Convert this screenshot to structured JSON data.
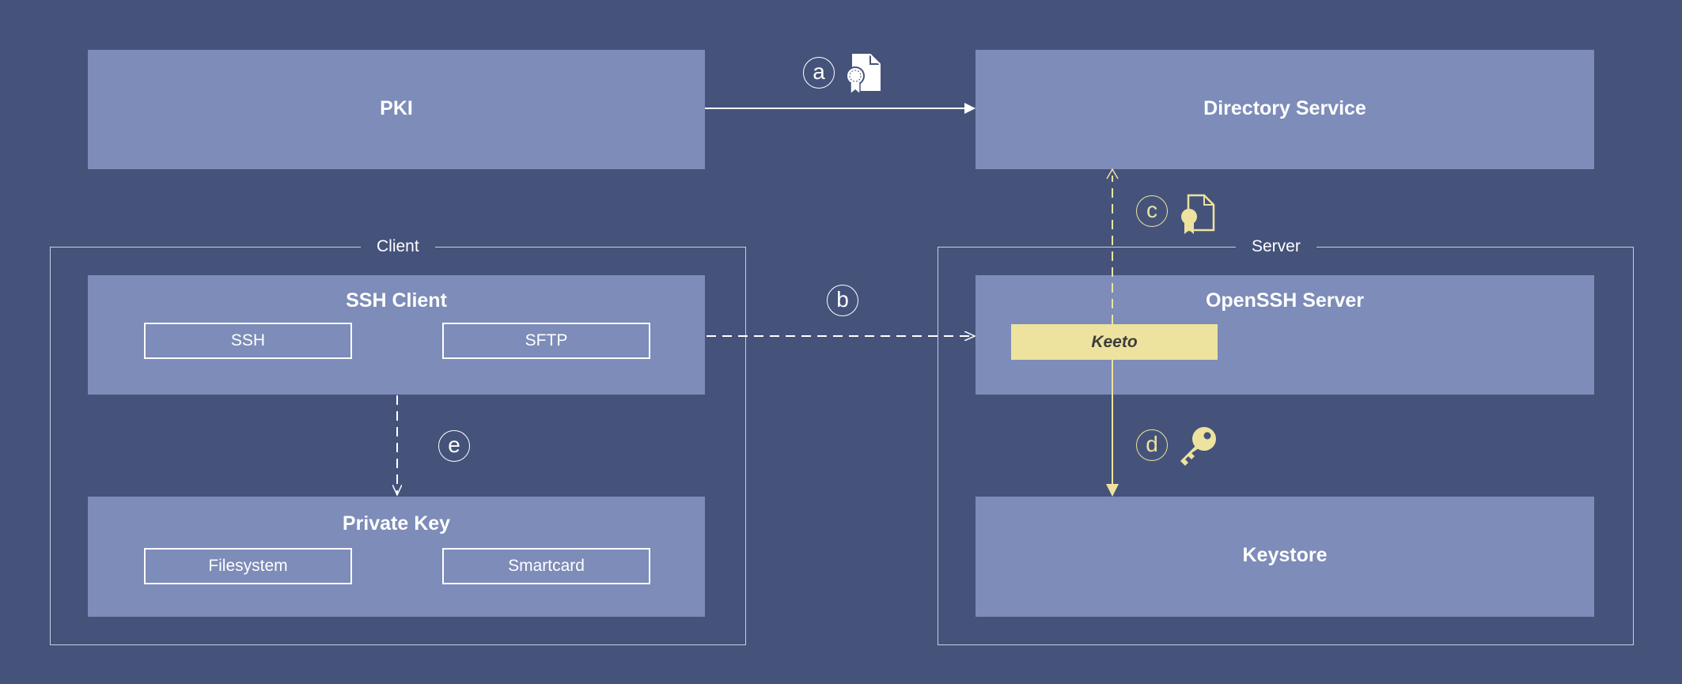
{
  "pki": {
    "title": "PKI"
  },
  "directory_service": {
    "title": "Directory Service"
  },
  "client_group": {
    "label": "Client"
  },
  "server_group": {
    "label": "Server"
  },
  "ssh_client": {
    "title": "SSH Client",
    "items": [
      "SSH",
      "SFTP"
    ]
  },
  "private_key": {
    "title": "Private Key",
    "items": [
      "Filesystem",
      "Smartcard"
    ]
  },
  "openssh_server": {
    "title": "OpenSSH Server",
    "plugin": "Keeto"
  },
  "keystore": {
    "title": "Keystore"
  },
  "steps": {
    "a": "a",
    "b": "b",
    "c": "c",
    "d": "d",
    "e": "e"
  },
  "icons": {
    "a": "certificate-icon",
    "c": "certificate-icon",
    "d": "key-icon"
  },
  "colors": {
    "background": "#45537b",
    "box": "#7d8cb8",
    "accent": "#ede39e",
    "line": "#ffffff"
  }
}
